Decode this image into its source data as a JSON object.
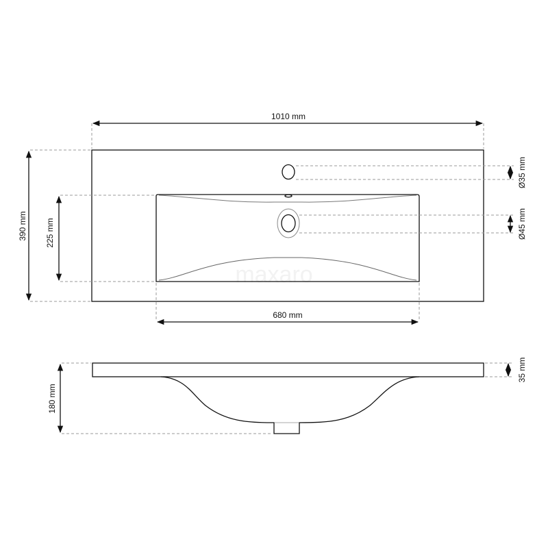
{
  "watermark": "maxaro",
  "top_view": {
    "width_label": "1010 mm",
    "depth_label": "390 mm",
    "basin_depth_label": "225 mm",
    "basin_width_label": "680 mm",
    "tap_hole_label": "Ø35 mm",
    "drain_label": "Ø45 mm"
  },
  "side_view": {
    "height_label": "180 mm",
    "thickness_label": "35 mm"
  }
}
